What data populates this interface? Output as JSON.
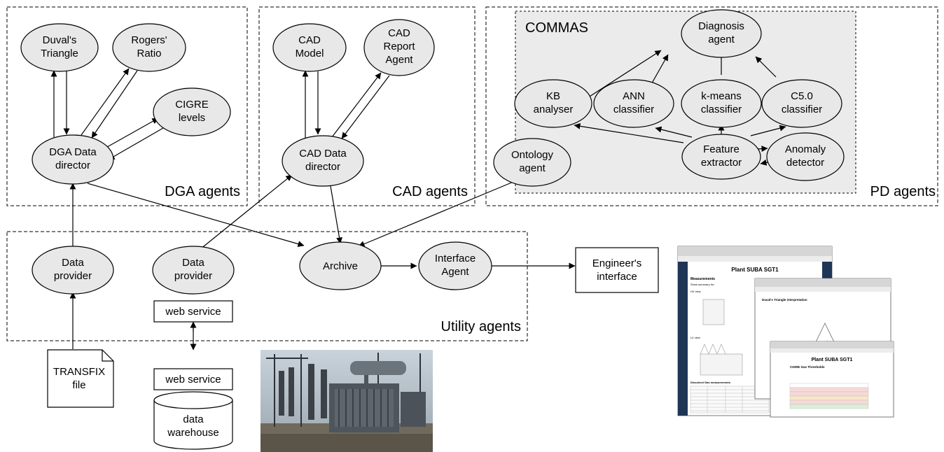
{
  "groups": {
    "dga": "DGA agents",
    "cad": "CAD agents",
    "pd": "PD agents",
    "utility": "Utility agents",
    "commas": "COMMAS"
  },
  "nodes": {
    "duvals_triangle": [
      "Duval's",
      "Triangle"
    ],
    "rogers_ratio": [
      "Rogers'",
      "Ratio"
    ],
    "cigre_levels": [
      "CIGRE",
      "levels"
    ],
    "dga_data_director": [
      "DGA Data",
      "director"
    ],
    "cad_model": [
      "CAD",
      "Model"
    ],
    "cad_report_agent": [
      "CAD",
      "Report",
      "Agent"
    ],
    "cad_data_director": [
      "CAD Data",
      "director"
    ],
    "diagnosis_agent": [
      "Diagnosis",
      "agent"
    ],
    "kb_analyser": [
      "KB",
      "analyser"
    ],
    "ann_classifier": [
      "ANN",
      "classifier"
    ],
    "kmeans_classifier": [
      "k-means",
      "classifier"
    ],
    "c50_classifier": [
      "C5.0",
      "classifier"
    ],
    "feature_extractor": [
      "Feature",
      "extractor"
    ],
    "anomaly_detector": [
      "Anomaly",
      "detector"
    ],
    "ontology_agent": [
      "Ontology",
      "agent"
    ],
    "data_provider_1": [
      "Data",
      "provider"
    ],
    "data_provider_2": [
      "Data",
      "provider"
    ],
    "archive": [
      "Archive"
    ],
    "interface_agent": [
      "Interface",
      "Agent"
    ],
    "engineers_interface": [
      "Engineer's",
      "interface"
    ],
    "web_service_1": [
      "web service"
    ],
    "web_service_2": [
      "web service"
    ],
    "data_warehouse": [
      "data",
      "warehouse"
    ],
    "transfix_file": [
      "TRANSFIX",
      "file"
    ]
  },
  "screens": {
    "back_title": "Plant SUBA SGT1",
    "back_measurements": "Measurements",
    "back_summary_label": "Show summary for:",
    "back_hv_view": "HV view",
    "back_lv_view": "LV view",
    "back_dissolved": "Dissolved Gas measurements",
    "middle_heading": "Duval's Triangle interpretation",
    "front_title": "Plant SUBA SGT1",
    "front_heading": "CIGRE Gas Thresholds"
  },
  "colors": {
    "ellipse_fill": "#e8e8e8",
    "commas_fill": "#ebebeb",
    "screen_sidebar": "#1f3556"
  }
}
